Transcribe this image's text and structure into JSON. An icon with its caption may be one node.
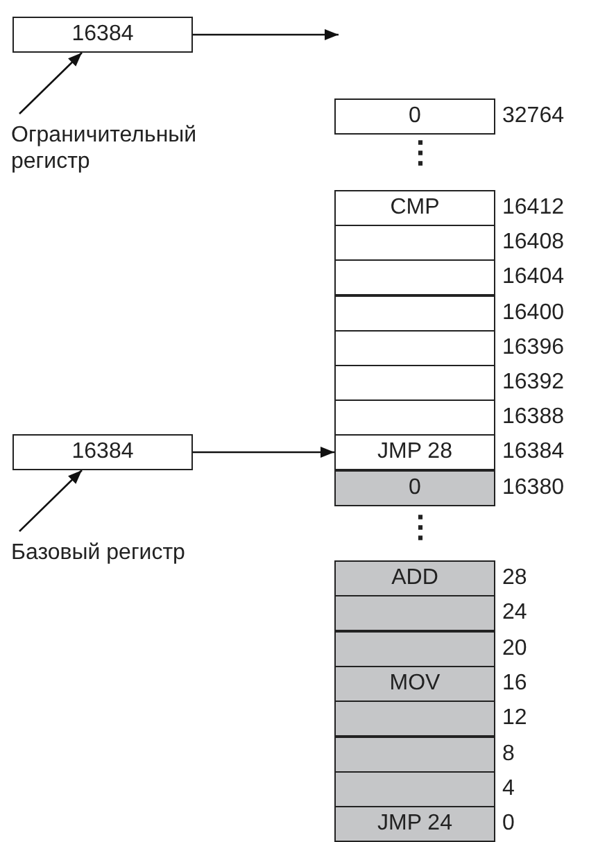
{
  "diagram": {
    "nodes": [
      {
        "text": [
          "16384"
        ]
      },
      {
        "text": [
          "Ограничительный регистр"
        ]
      },
      {
        "text": [
          "0"
        ],
        "beside": [
          "32764"
        ]
      },
      {
        "text": [
          "CMP"
        ],
        "beside": [
          "16412"
        ]
      },
      {
        "text": [],
        "shape": "box",
        "beside": [
          "16408"
        ]
      },
      {
        "text": [],
        "shape": "box",
        "beside": [
          "16404"
        ]
      },
      {
        "text": [],
        "shape": "box",
        "beside": [
          "16400"
        ]
      },
      {
        "text": [],
        "shape": "box",
        "beside": [
          "16396"
        ]
      },
      {
        "text": [],
        "shape": "box",
        "beside": [
          "16392"
        ]
      },
      {
        "text": [],
        "shape": "box",
        "beside": [
          "16388"
        ]
      },
      {
        "text": [
          "JMP 28"
        ],
        "beside": [
          "16384"
        ]
      },
      {
        "text": [
          "0"
        ],
        "beside": [
          "16380"
        ]
      },
      {
        "text": [
          "16384"
        ]
      },
      {
        "text": [
          "Базовый регистр"
        ]
      },
      {
        "text": [
          "ADD"
        ],
        "beside": [
          "28"
        ]
      },
      {
        "text": [],
        "shape": "box",
        "beside": [
          "24"
        ]
      },
      {
        "text": [],
        "shape": "box",
        "beside": [
          "20"
        ]
      },
      {
        "text": [
          "MOV"
        ],
        "beside": [
          "16"
        ]
      },
      {
        "text": [],
        "shape": "box",
        "beside": [
          "12"
        ]
      },
      {
        "text": [],
        "shape": "box",
        "beside": [
          "8"
        ]
      },
      {
        "text": [],
        "shape": "box",
        "beside": [
          "4"
        ]
      },
      {
        "text": [
          "JMP 24"
        ],
        "beside": [
          "0"
        ]
      }
    ],
    "edges": [
      {
        "from": 0,
        "to": null,
        "arrow": "to"
      },
      {
        "from": 1,
        "to": 0,
        "arrow": "to"
      },
      {
        "from": 12,
        "to": 10,
        "arrow": "to"
      },
      {
        "from": 13,
        "to": 12,
        "arrow": "to"
      }
    ],
    "labels": [
      "⋮",
      "⋮"
    ]
  }
}
